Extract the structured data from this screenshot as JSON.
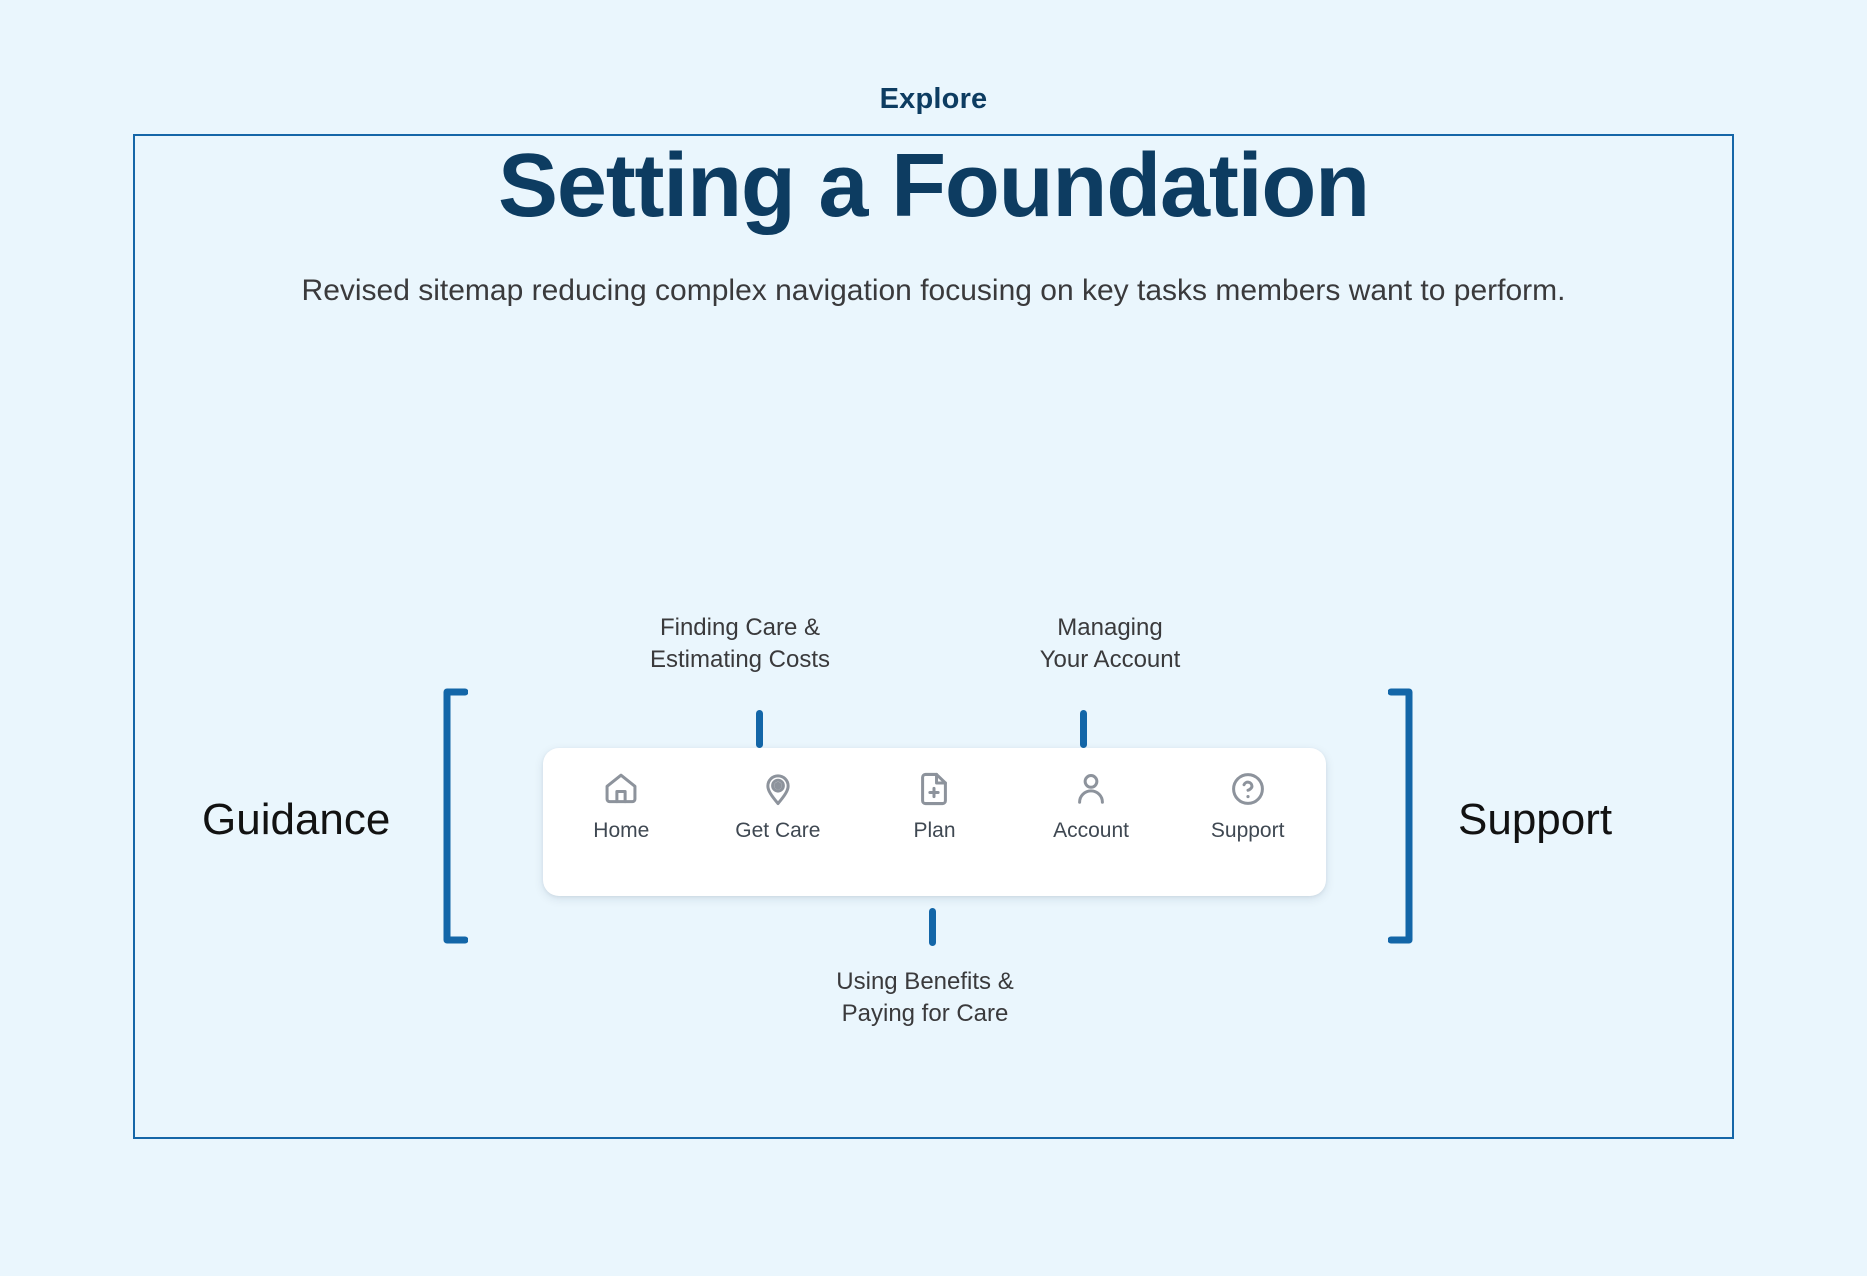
{
  "slide": {
    "background_color": "#eaf6fd",
    "frame_border_color": "#1566a8"
  },
  "header": {
    "eyebrow": "Explore",
    "title": "Setting a Foundation",
    "subtitle": "Revised sitemap reducing complex navigation focusing on key tasks members want to perform."
  },
  "diagram": {
    "accent_color": "#1366a8",
    "side_labels": {
      "left": "Guidance",
      "right": "Support"
    },
    "callouts": [
      {
        "id": "finding-care",
        "text": "Finding Care &\nEstimating Costs",
        "position": "above-left"
      },
      {
        "id": "managing-account",
        "text": "Managing\nYour Account",
        "position": "above-right"
      },
      {
        "id": "using-benefits",
        "text": "Using Benefits &\nPaying for Care",
        "position": "below-center"
      }
    ]
  },
  "navbar": {
    "items": [
      {
        "label": "Home",
        "icon": "home-icon"
      },
      {
        "label": "Get Care",
        "icon": "map-pin-icon"
      },
      {
        "label": "Plan",
        "icon": "document-plus-icon"
      },
      {
        "label": "Account",
        "icon": "person-icon"
      },
      {
        "label": "Support",
        "icon": "question-circle-icon"
      }
    ],
    "icon_color": "#8d939c",
    "label_color": "#3f4852",
    "card_color": "#ffffff"
  }
}
